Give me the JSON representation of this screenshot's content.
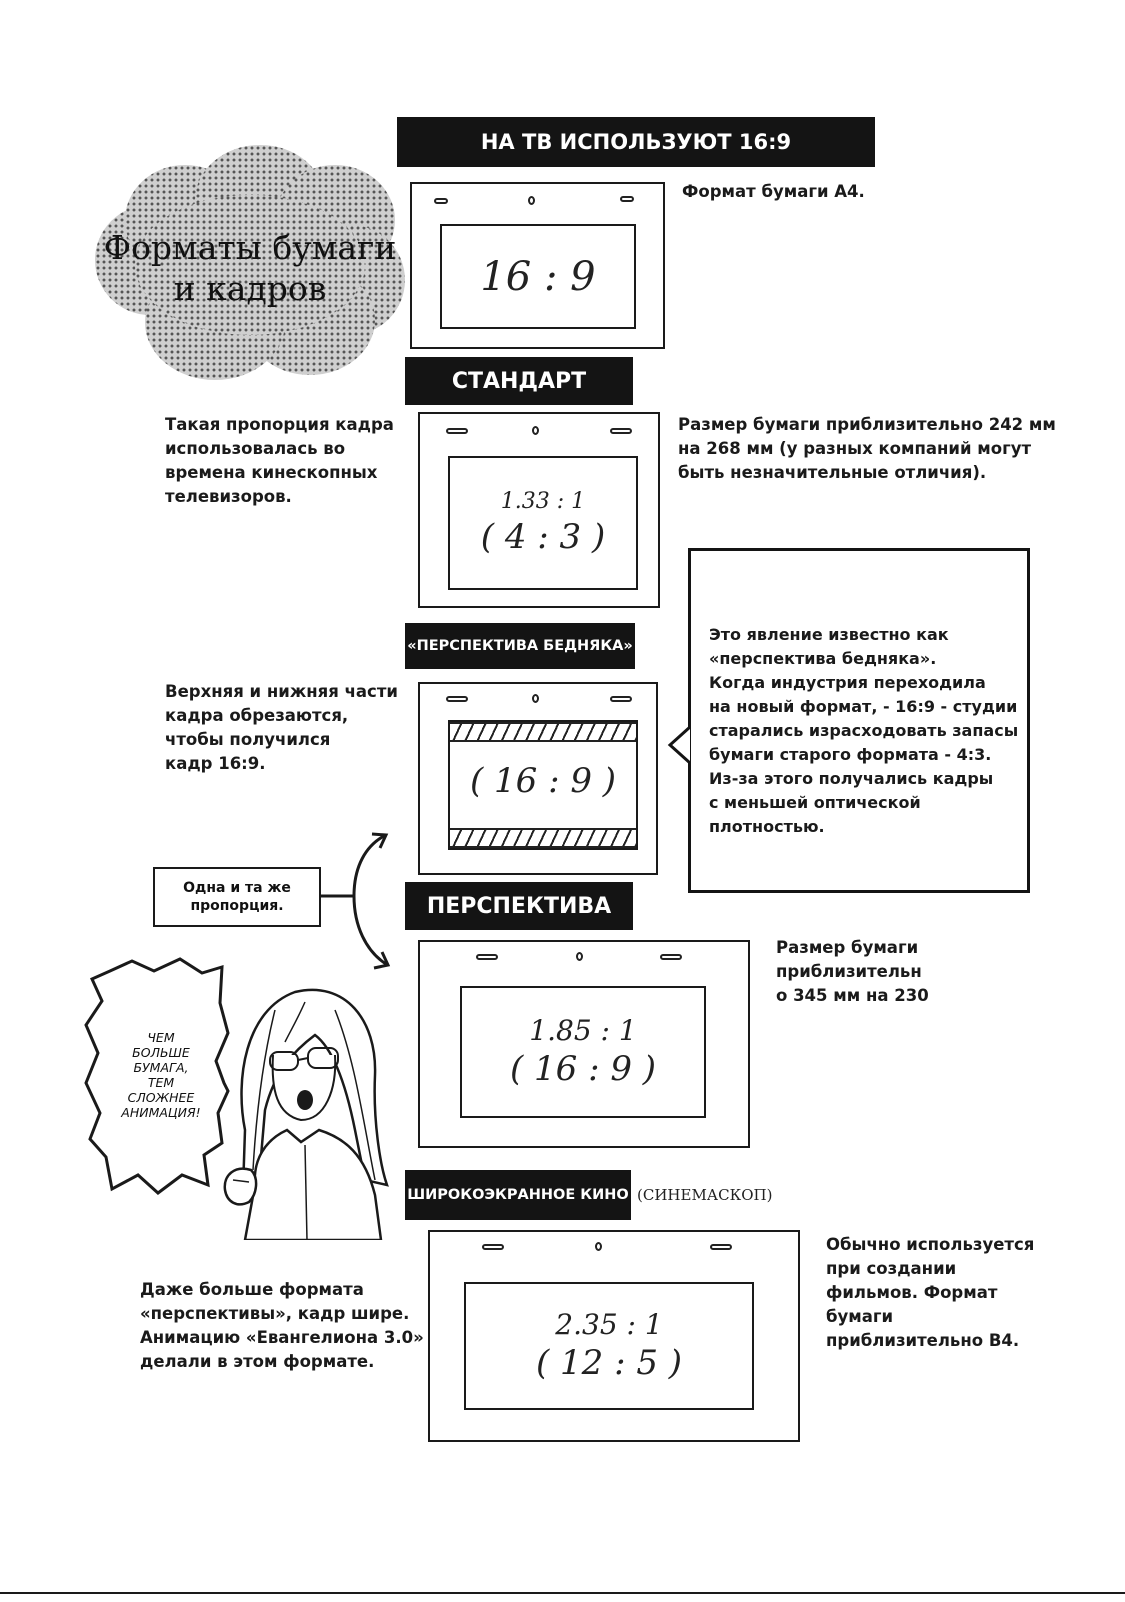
{
  "title_cloud": {
    "line1": "Форматы бумаги",
    "line2": "и кадров"
  },
  "tv_banner": "НА ТВ ИСПОЛЬЗУЮТ 16:9",
  "a4": {
    "note": "Формат бумаги А4.",
    "ratio": "16 : 9"
  },
  "standard": {
    "banner": "СТАНДАРТ",
    "left_text": [
      "Такая пропорция кадра",
      "использовалась во",
      "времена кинескопных",
      "телевизоров."
    ],
    "right_text": [
      "Размер бумаги приблизительно 242 мм",
      "на 268 мм (у разных компаний могут",
      "быть незначительные отличия)."
    ],
    "ratio_line1": "1.33 : 1",
    "ratio_line2": "( 4 : 3 )"
  },
  "poor": {
    "banner": "«ПЕРСПЕКТИВА БЕДНЯКА»",
    "left_text": [
      "Верхняя и нижняя части",
      "кадра обрезаются,",
      "чтобы получился",
      "кадр 16:9."
    ],
    "ratio": "( 16 : 9 )",
    "callout": [
      "Это явление известно как",
      "«перспектива бедняка».",
      "Когда индустрия переходила",
      "на новый формат, - 16:9 - студии",
      "старались израсходовать запасы",
      "бумаги старого формата - 4:3.",
      "Из-за этого получались кадры",
      "с меньшей оптической плотностью."
    ]
  },
  "same_ratio_note": [
    "Одна и та же",
    "пропорция."
  ],
  "perspective": {
    "banner": "ПЕРСПЕКТИВА",
    "right_text": [
      "Размер бумаги",
      "приблизительн",
      "о 345 мм на 230"
    ],
    "ratio_line1": "1.85 : 1",
    "ratio_line2": "( 16 : 9 )"
  },
  "speech_bubble": [
    "ЧЕМ",
    "БОЛЬШЕ",
    "БУМАГА,",
    "ТЕМ",
    "СЛОЖНЕЕ",
    "АНИМАЦИЯ!"
  ],
  "cinemascope": {
    "banner": "ШИРОКОЭКРАННОЕ КИНО",
    "suffix": "(СИНЕМАСКОП)",
    "left_text": [
      "Даже больше формата",
      "«перспективы», кадр шире.",
      "Анимацию «Евангелиона 3.0»",
      "делали в этом формате."
    ],
    "right_text": [
      "Обычно используется",
      "при создании",
      "фильмов. Формат",
      "бумаги",
      "приблизительно B4."
    ],
    "ratio_line1": "2.35 : 1",
    "ratio_line2": "( 12 : 5 )"
  },
  "colors": {
    "ink": "#141414",
    "paper": "#ffffff",
    "screentone": "#cfcfcf"
  }
}
